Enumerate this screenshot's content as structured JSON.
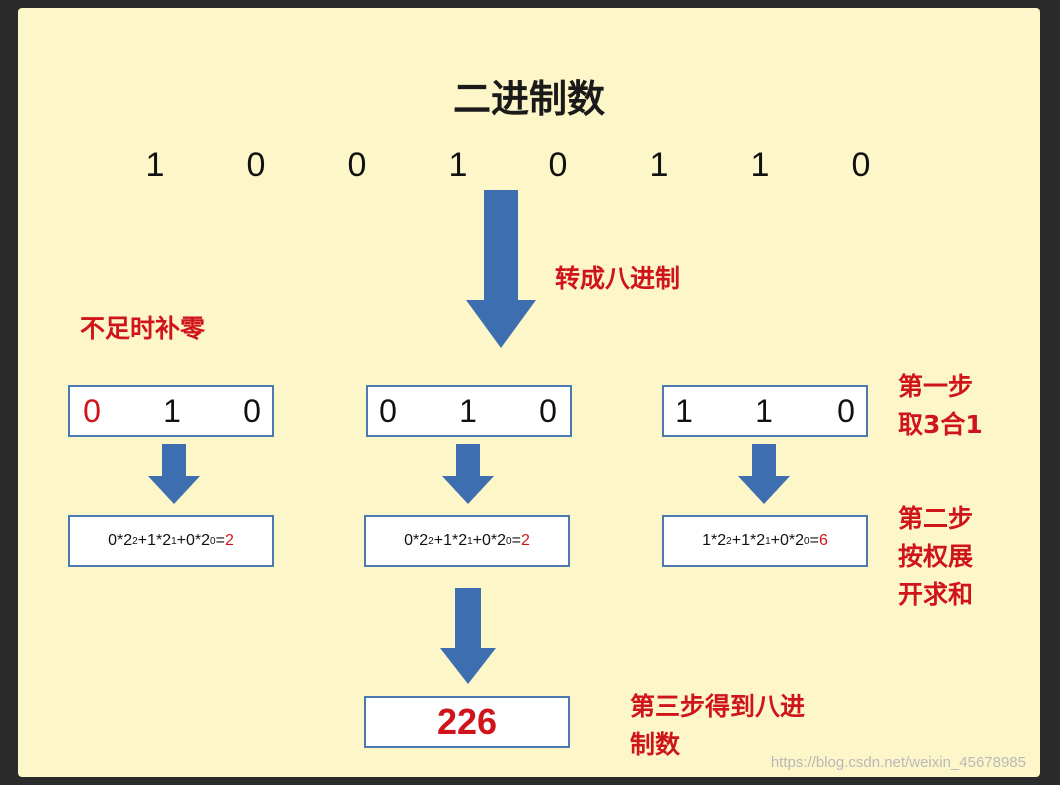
{
  "title": "二进制数",
  "binary_digits": [
    "1",
    "0",
    "0",
    "1",
    "0",
    "1",
    "1",
    "0"
  ],
  "labels": {
    "convert": "转成八进制",
    "pad_zero": "不足时补零",
    "step1_line1": "第一步",
    "step1_line2": "取3合1",
    "step2_line1": "第二步",
    "step2_line2": "按权展",
    "step2_line3": "开求和",
    "step3_line1": "第三步得到八进",
    "step3_line2": "制数"
  },
  "groups": [
    {
      "digits": [
        "0",
        "1",
        "0"
      ],
      "padded_digit_color": "#d0141b",
      "formula": {
        "t1": "0*2",
        "e1": "2",
        "t2": "+1*2",
        "e2": "1",
        "t3": "+0*2",
        "e3": "0",
        "eq": "=",
        "result": "2"
      }
    },
    {
      "digits": [
        "0",
        "1",
        "0"
      ],
      "formula": {
        "t1": "0*2",
        "e1": "2",
        "t2": "+1*2",
        "e2": "1",
        "t3": "+0*2",
        "e3": "0",
        "eq": "=",
        "result": "2"
      }
    },
    {
      "digits": [
        "1",
        "1",
        "0"
      ],
      "formula": {
        "t1": "1*2",
        "e1": "2",
        "t2": "+1*2",
        "e2": "1",
        "t3": "+0*2",
        "e3": "0",
        "eq": "=",
        "result": "6"
      }
    }
  ],
  "octal_result": "226",
  "watermark": "https://blog.csdn.net/weixin_45678985",
  "colors": {
    "background": "#fdf6c8",
    "accent_red": "#d0141b",
    "arrow_blue": "#3d6fb0",
    "box_border": "#4a7ab0"
  }
}
